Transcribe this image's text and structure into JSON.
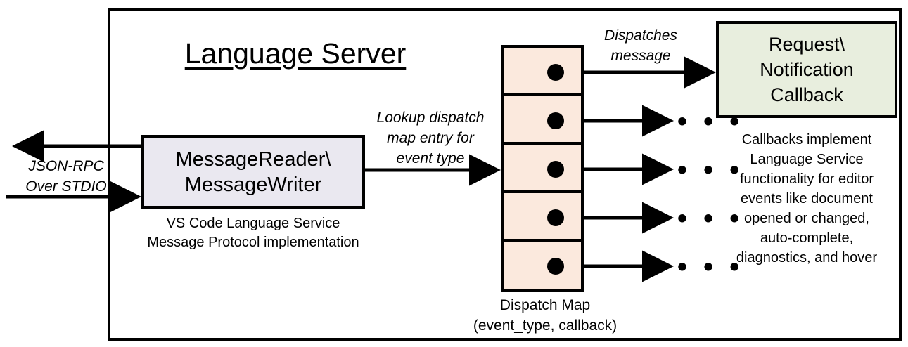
{
  "diagram": {
    "title": "Language Server",
    "left_flow_label": "JSON-RPC\nOver STDIO",
    "left_flow_label_line1": "JSON-RPC",
    "left_flow_label_line2": "Over STDIO",
    "lookup_label_line1": "Lookup dispatch",
    "lookup_label_line2": "map entry for",
    "lookup_label_line3": "event type",
    "dispatches_label_line1": "Dispatches",
    "dispatches_label_line2": "message",
    "message_box": {
      "line1": "MessageReader\\",
      "line2": "MessageWriter",
      "caption_line1": "VS Code Language Service",
      "caption_line2": "Message Protocol implementation",
      "fill": "#EAE8F0"
    },
    "dispatch_map": {
      "caption_line1": "Dispatch Map",
      "caption_line2": "(event_type, callback)",
      "fill": "#FBE9DD",
      "row_count": 5,
      "rows": [
        {
          "ellipsis": ""
        },
        {
          "ellipsis": "• • •"
        },
        {
          "ellipsis": "• • •"
        },
        {
          "ellipsis": "• • •"
        },
        {
          "ellipsis": "• • •"
        }
      ]
    },
    "callback_box": {
      "line1": "Request\\",
      "line2": "Notification",
      "line3": "Callback",
      "fill": "#E8EEDE",
      "caption_line1": "Callbacks implement",
      "caption_line2": "Language Service",
      "caption_line3": "functionality for editor",
      "caption_line4": "events like document",
      "caption_line5": "opened or changed,",
      "caption_line6": "auto-complete,",
      "caption_line7": "diagnostics, and hover"
    },
    "colors": {
      "stroke": "#000000",
      "background": "#FFFFFF"
    }
  }
}
